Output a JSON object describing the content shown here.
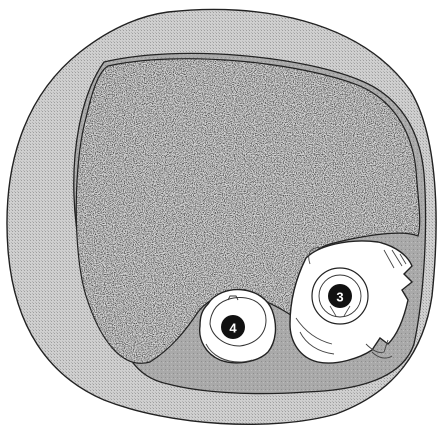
{
  "diagram": {
    "callouts": [
      {
        "id": "callout-3",
        "label": "3"
      },
      {
        "id": "callout-4",
        "label": "4"
      }
    ],
    "colors": {
      "outer_rim": "#c8c8c8",
      "inner_band": "#a9a9a9",
      "speckled_fill": "#9a9a9a",
      "fragment_white": "#ffffff",
      "outline": "#222222",
      "callout_badge": "#111111"
    },
    "regions": [
      "outer-rim",
      "inner-band",
      "speckled-fill",
      "fragment-3",
      "fragment-4"
    ]
  }
}
